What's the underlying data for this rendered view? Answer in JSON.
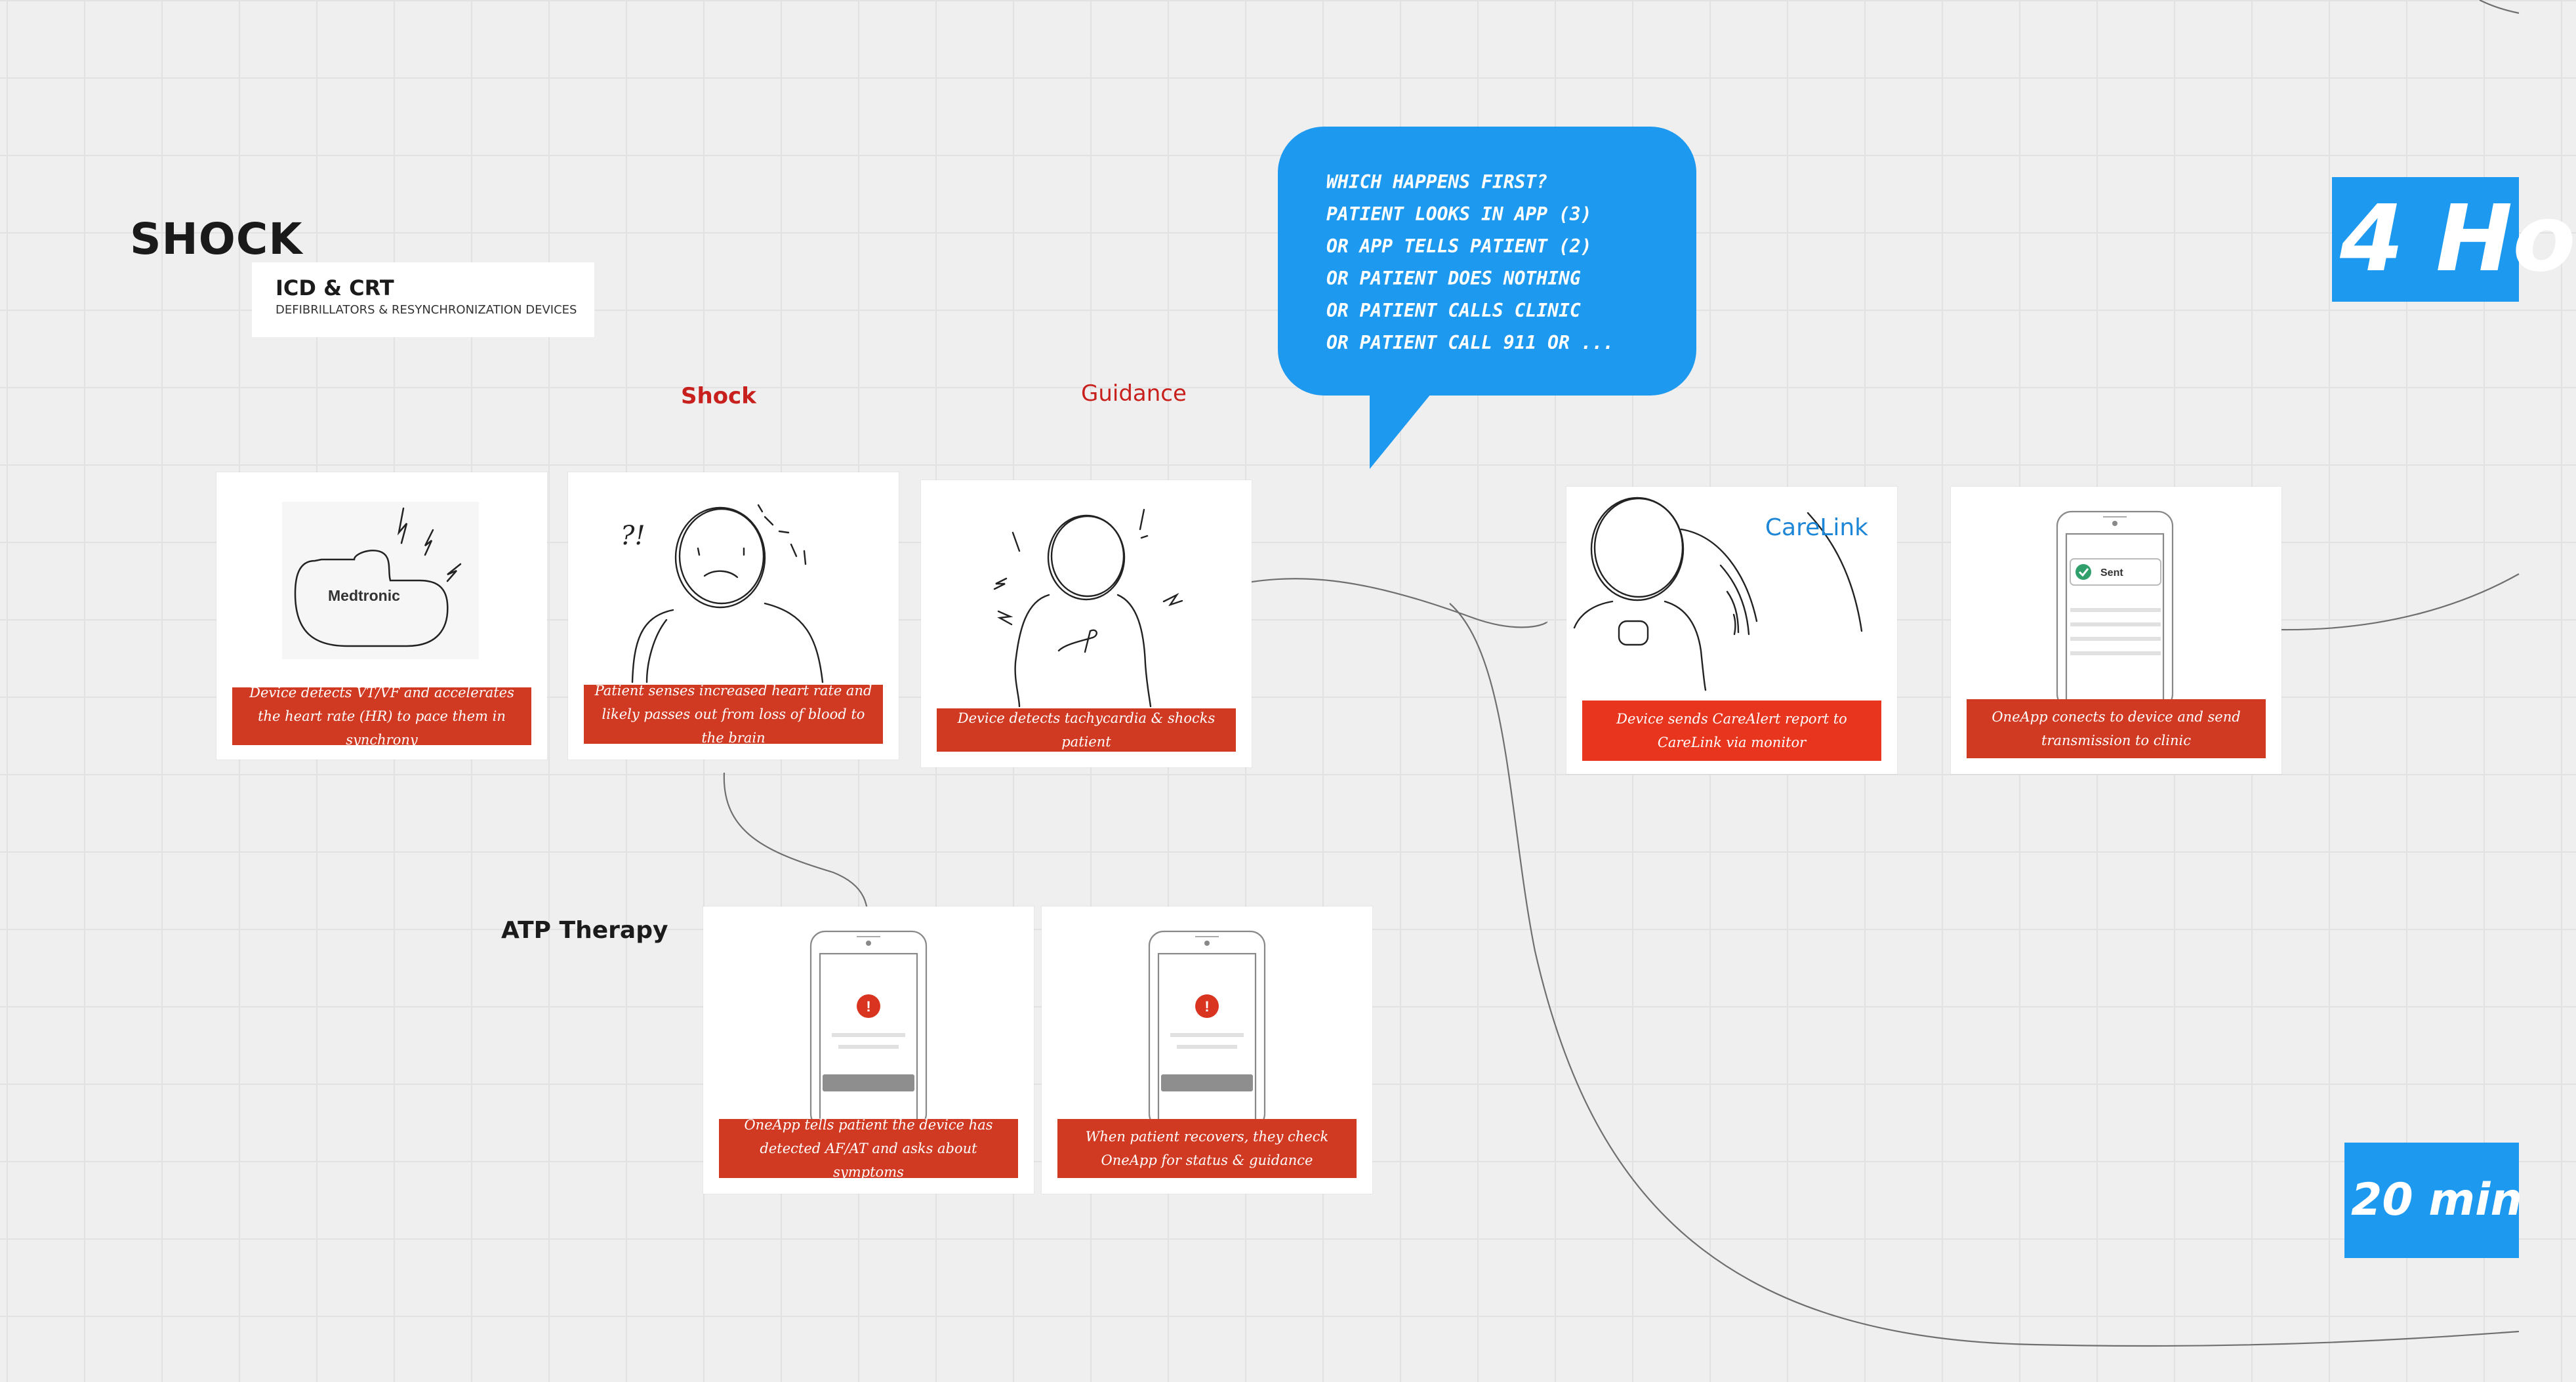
{
  "frame": {
    "title": "SHOCK"
  },
  "device_tag": {
    "title": "ICD & CRT",
    "subtitle": "DEFIBRILLATORS & RESYNCHRONIZATION DEVICES"
  },
  "step_labels": {
    "shock": "Shock",
    "guidance": "Guidance",
    "atp": "ATP Therapy"
  },
  "speech_bubble": {
    "lines": [
      "Which happens first?",
      "Patient looks in app (3)",
      "or app tells patient (2)",
      "or patient does nothing",
      "or patient calls clinic",
      "or patient call 911 or ..."
    ]
  },
  "timers": {
    "first": "4 Ho",
    "second": "20 min"
  },
  "cards": [
    {
      "caption": "Device detects VT/VF and accelerates the heart rate (HR) to pace them in synchrony",
      "device_brand": "Medtronic",
      "icon": "device-sketch"
    },
    {
      "caption": "Patient senses increased heart rate and likely passes out from loss of blood to the brain",
      "marks": "?!",
      "icon": "person-sketch"
    },
    {
      "caption": "Device detects tachycardia & shocks patient",
      "icon": "person-sketch"
    },
    {
      "caption": "Device sends CareAlert report to CareLink via monitor",
      "brand": "CareLink",
      "icon": "person-transmitting-sketch"
    },
    {
      "caption": "OneApp conects to device and send transmission to clinic",
      "status": "Sent",
      "icon": "phone-sketch"
    },
    {
      "caption": "OneApp tells patient the device has detected AF/AT and asks about symptoms",
      "alert_glyph": "!",
      "icon": "phone-alert-sketch"
    },
    {
      "caption": "When patient recovers, they check OneApp for status & guidance",
      "alert_glyph": "!",
      "icon": "phone-alert-sketch"
    }
  ],
  "colors": {
    "background": "#efefef",
    "caption_red": "#d13a22",
    "label_red": "#c8201c",
    "bubble_blue": "#1d99ef",
    "carelink_blue": "#1d86d6",
    "sent_green": "#2fa06b"
  }
}
